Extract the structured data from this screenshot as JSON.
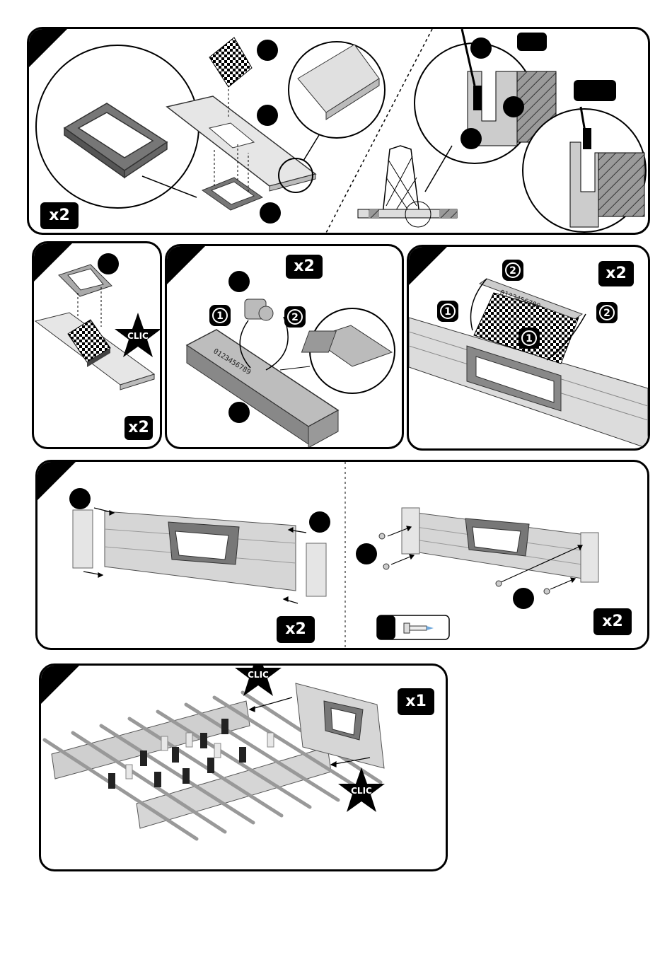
{
  "panel1": {
    "qty": "x2"
  },
  "panel2": {
    "qty": "x2",
    "clic": "CLIC"
  },
  "panel3": {
    "qty": "x2",
    "step1": "1",
    "step2": "2",
    "ruler": "0123456789"
  },
  "panel4": {
    "qty": "x2",
    "step1": "1",
    "step2": "2",
    "ruler": "0123456789"
  },
  "panel5": {
    "qty_left": "x2",
    "qty_right": "x2"
  },
  "panel6": {
    "qty": "x1",
    "clic_top": "CLIC",
    "clic_right": "CLIC"
  },
  "icons": [
    "screw-icon",
    "clic-star-icon",
    "step-number-icon",
    "part-dot-icon"
  ],
  "colors": {
    "ink": "#000000",
    "part_grey": "#bdbdbd",
    "wood_light": "#e6e6e6",
    "dark_grey": "#6e6e6e"
  }
}
